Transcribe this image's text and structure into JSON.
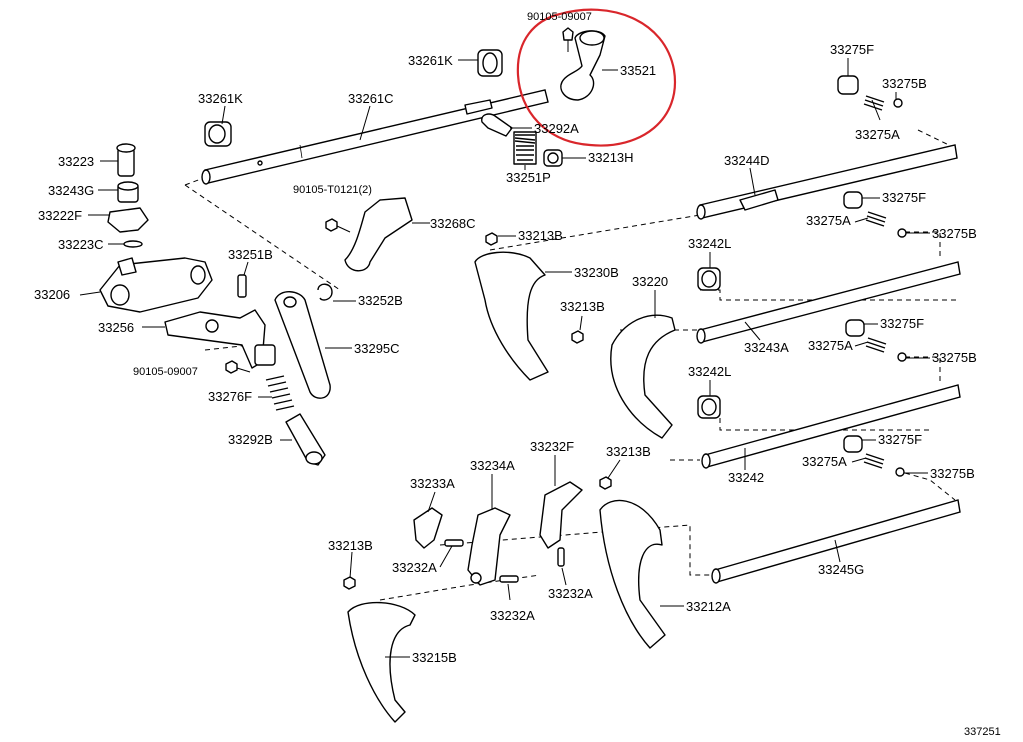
{
  "diagram": {
    "highlight_color": "#d9262b",
    "figure_number": "337251",
    "labels": {
      "p90105_09007_top": "90105-09007",
      "p33521": "33521",
      "p33261K_top": "33261K",
      "p33261K_left": "33261K",
      "p33261C": "33261C",
      "p33292A": "33292A",
      "p33213H": "33213H",
      "p33251P": "33251P",
      "p33223": "33223",
      "p33243G": "33243G",
      "p33222F": "33222F",
      "p33223C": "33223C",
      "p90105_T0121": "90105-T0121(2)",
      "p33268C": "33268C",
      "p33251B": "33251B",
      "p33206": "33206",
      "p33252B": "33252B",
      "p33256": "33256",
      "p33295C": "33295C",
      "p90105_09007_left": "90105-09007",
      "p33276F": "33276F",
      "p33292B": "33292B",
      "p33213B_a": "33213B",
      "p33230B": "33230B",
      "p33213B_b": "33213B",
      "p33220": "33220",
      "p33213B_c": "33213B",
      "p33232F": "33232F",
      "p33234A": "33234A",
      "p33233A": "33233A",
      "p33213B_d": "33213B",
      "p33232A_a": "33232A",
      "p33232A_b": "33232A",
      "p33232A_c": "33232A",
      "p33212A": "33212A",
      "p33215B": "33215B",
      "p33275F_a": "33275F",
      "p33275B_a": "33275B",
      "p33275A_a": "33275A",
      "p33244D": "33244D",
      "p33275F_b": "33275F",
      "p33275A_b": "33275A",
      "p33275B_b": "33275B",
      "p33242L_a": "33242L",
      "p33243A": "33243A",
      "p33275F_c": "33275F",
      "p33275A_c": "33275A",
      "p33275B_c": "33275B",
      "p33242L_b": "33242L",
      "p33242": "33242",
      "p33275F_d": "33275F",
      "p33275A_d": "33275A",
      "p33275B_d": "33275B",
      "p33245G": "33245G"
    }
  }
}
